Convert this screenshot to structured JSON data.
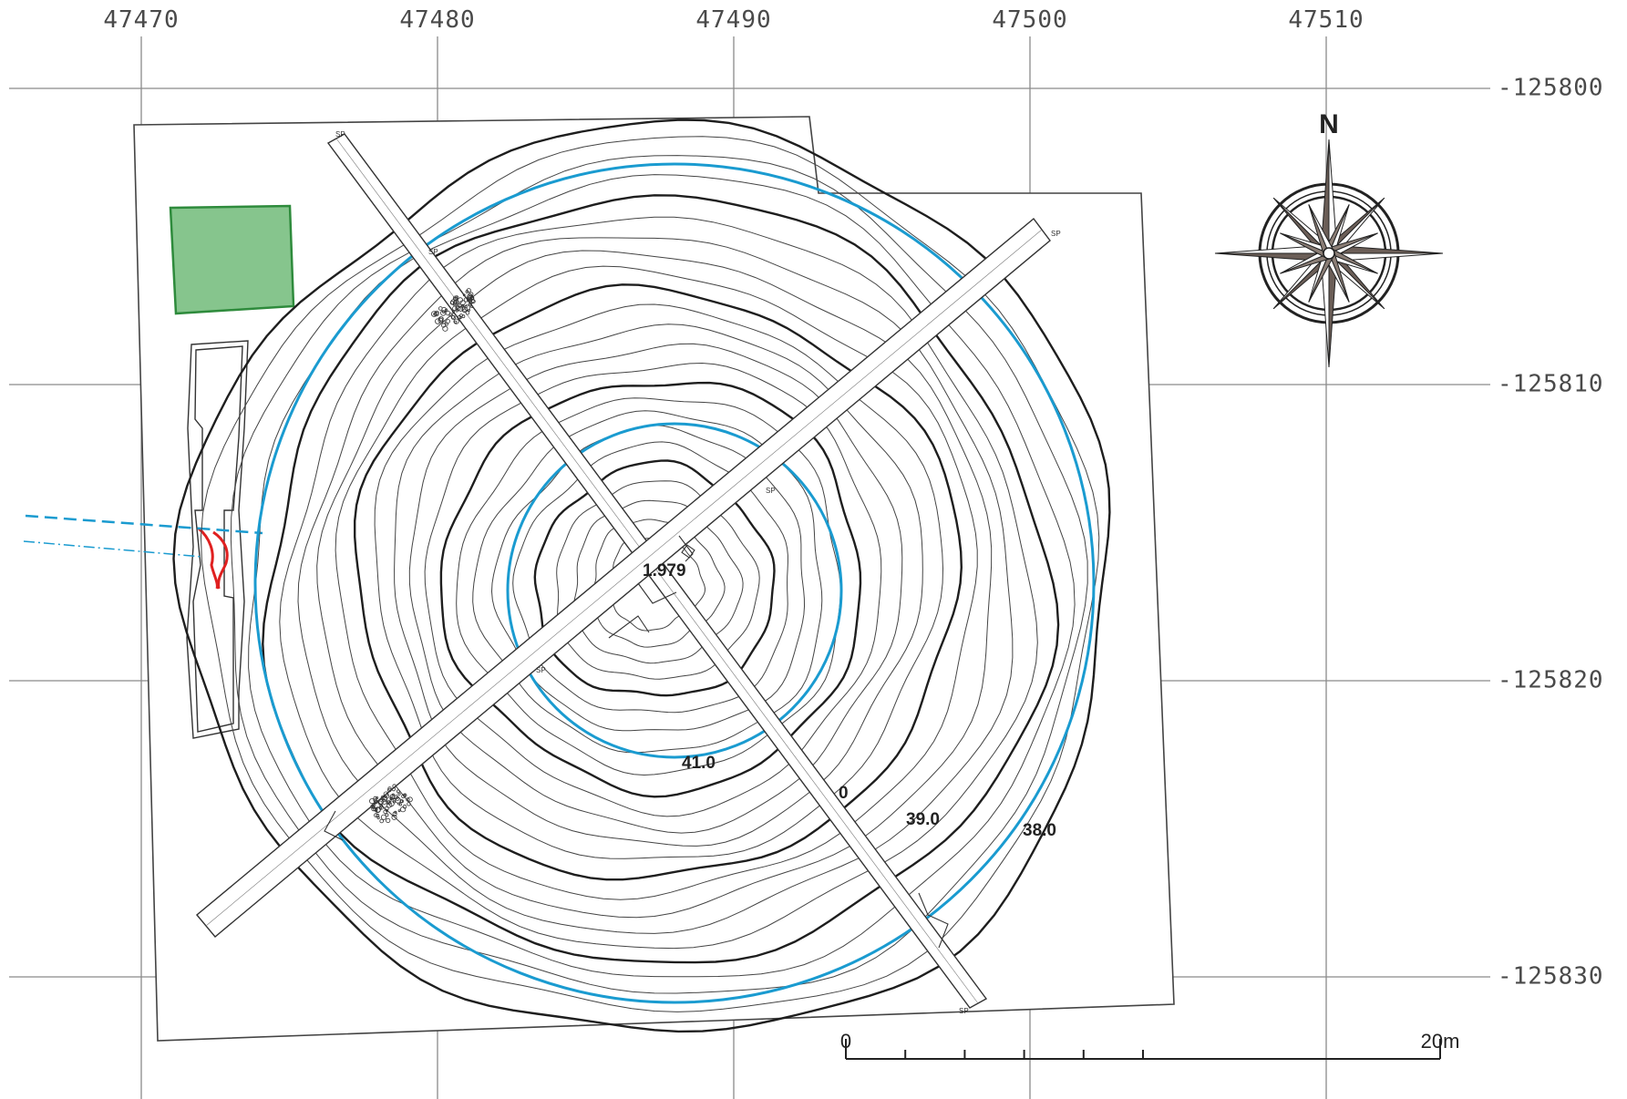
{
  "grid": {
    "x_labels": [
      "47470",
      "47480",
      "47490",
      "47500",
      "47510"
    ],
    "y_labels": [
      "-125800",
      "-125810",
      "-125820",
      "-125830"
    ]
  },
  "contours": {
    "labels": [
      "41.0",
      "0",
      "39.0",
      "38.0"
    ],
    "summit_label": "1.979"
  },
  "trench_marker": "SP",
  "compass": {
    "north_label": "N"
  },
  "scale_bar": {
    "start_label": "0",
    "end_label": "20m",
    "divisions": 10
  },
  "colors": {
    "enclosure_circle": "#1a9bd0",
    "green_area": "#86c58d",
    "green_outline": "#2e8b3c",
    "red_feature": "#e02020",
    "contour_major": "#1e1e1e",
    "contour_minor": "#444444",
    "grid_line": "#8a8a8a",
    "compass_fill": "#6b5e57"
  }
}
